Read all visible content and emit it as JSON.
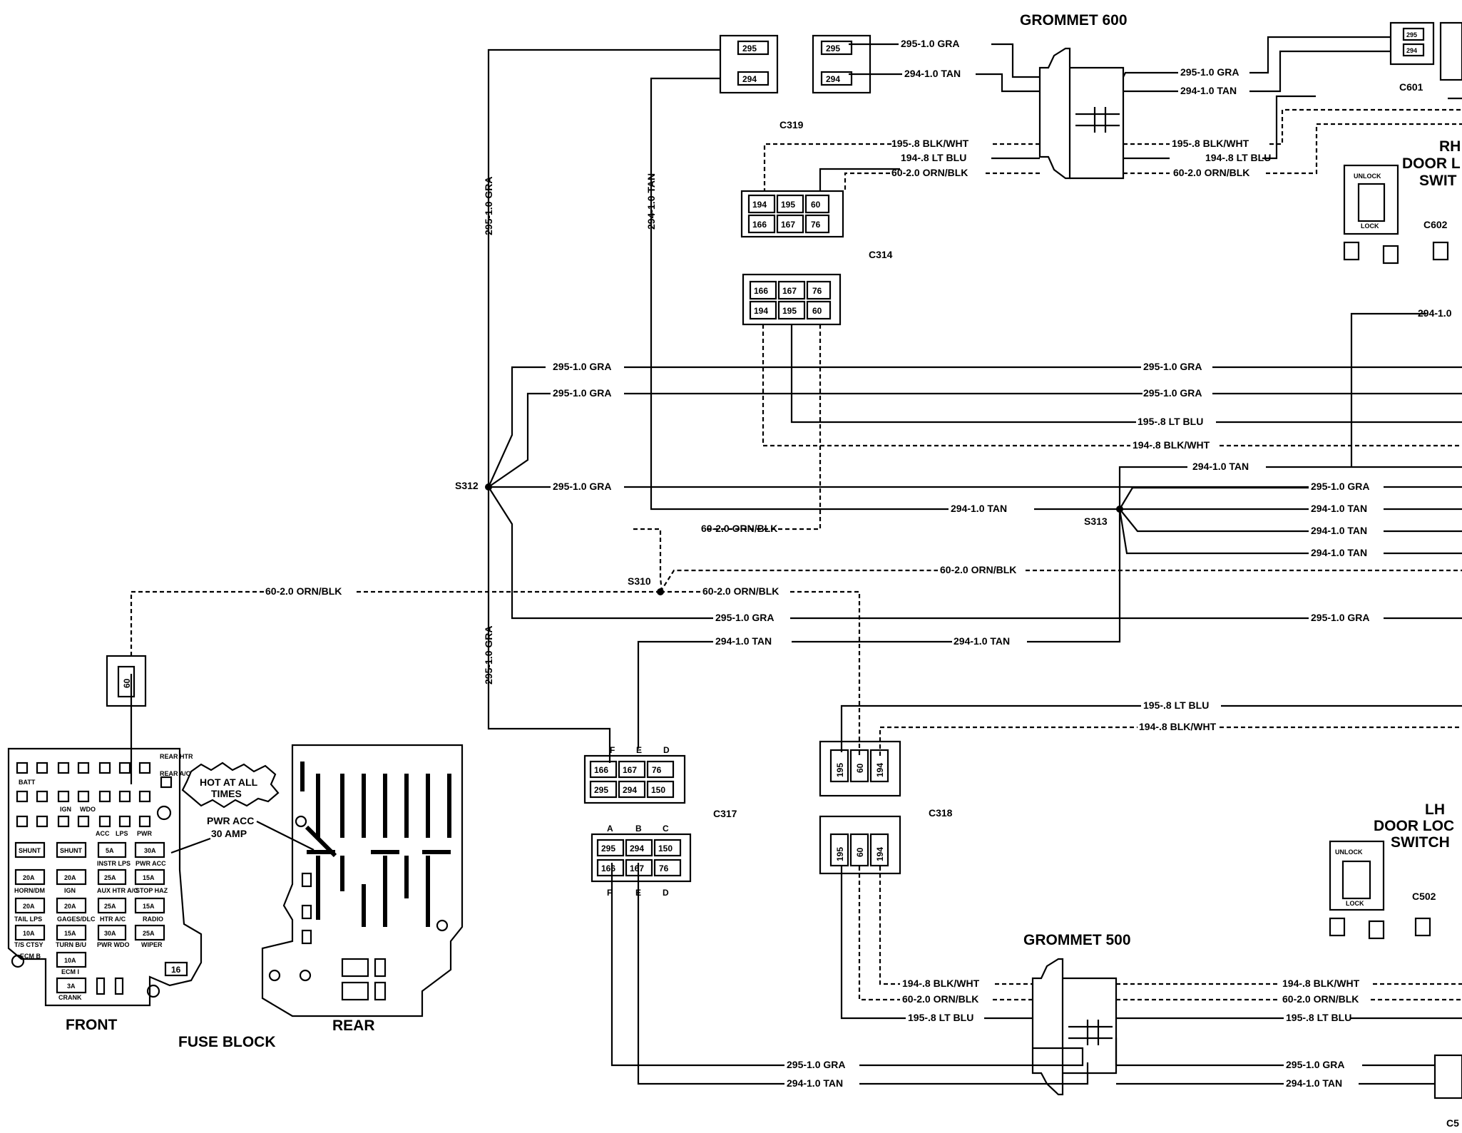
{
  "components": {
    "grommet_600": "GROMMET 600",
    "grommet_500": "GROMMET 500",
    "rh_switch": [
      "RH",
      "DOOR L",
      "SWIT"
    ],
    "lh_switch": [
      "LH",
      "DOOR LOC",
      "SWITCH"
    ],
    "unlock": "UNLOCK",
    "lock": "LOCK",
    "fuse_block": "FUSE BLOCK",
    "front": "FRONT",
    "rear": "REAR",
    "hot_at_all_times": [
      "HOT AT ALL",
      "TIMES"
    ],
    "pwr_acc": [
      "PWR ACC",
      "30 AMP"
    ]
  },
  "connectors": {
    "C319": "C319",
    "C314": "C314",
    "C317": "C317",
    "C318": "C318",
    "C601": "C601",
    "C602": "C602",
    "C502": "C502",
    "C5": "C5"
  },
  "splices": {
    "S312": "S312",
    "S313": "S313",
    "S310": "S310"
  },
  "wires": {
    "gra295": "295-1.0 GRA",
    "tan294": "294-1.0 TAN",
    "blkwht195": "195-.8 BLK/WHT",
    "ltblu194": "194-.8 LT BLU",
    "orn60": "60-2.0 ORN/BLK",
    "ltblu195": "195-.8 LT BLU",
    "blkwht194": "194-.8 BLK/WHT",
    "tan294_cut": "294-1.0"
  },
  "pins": {
    "p295": "295",
    "p294": "294",
    "p194": "194",
    "p195": "195",
    "p60": "60",
    "p166": "166",
    "p167": "167",
    "p76": "76",
    "p150": "150",
    "pA": "A",
    "pB": "B",
    "pC": "C",
    "pD": "D",
    "pE": "E",
    "pF": "F"
  },
  "fuses": {
    "rear_htr": "REAR HTR",
    "rear_ac": "REAR A/C",
    "batt": "BATT",
    "ign": "IGN",
    "wdo": "WDO",
    "acc": "ACC",
    "lps": "LPS",
    "pwr": "PWR",
    "shunt": "SHUNT",
    "f5a": "5A",
    "f30a": "30A",
    "instr_lps": "INSTR LPS",
    "pwr_acc_lbl": "PWR ACC",
    "f20a": "20A",
    "f25a": "25A",
    "f15a": "15A",
    "horn_dm": "HORN/DM",
    "ign_s": "IGN",
    "aux_htr": "AUX HTR A/C",
    "stop_haz": "STOP HAZ",
    "tail_lps": "TAIL LPS",
    "gauges": "GAGES/DLC",
    "htr_ac": "HTR A/C",
    "radio": "RADIO",
    "f10a": "10A",
    "f30s": "30A",
    "tcc_cty": "T/S CTSY",
    "turn_bu": "TURN B/U",
    "pwr_wdo": "PWR WDO",
    "wiper": "WIPER",
    "ecm_b": "ECM B",
    "ecm_i": "ECM I",
    "f3a": "3A",
    "crank": "CRANK",
    "f16": "16",
    "f60": "60"
  }
}
